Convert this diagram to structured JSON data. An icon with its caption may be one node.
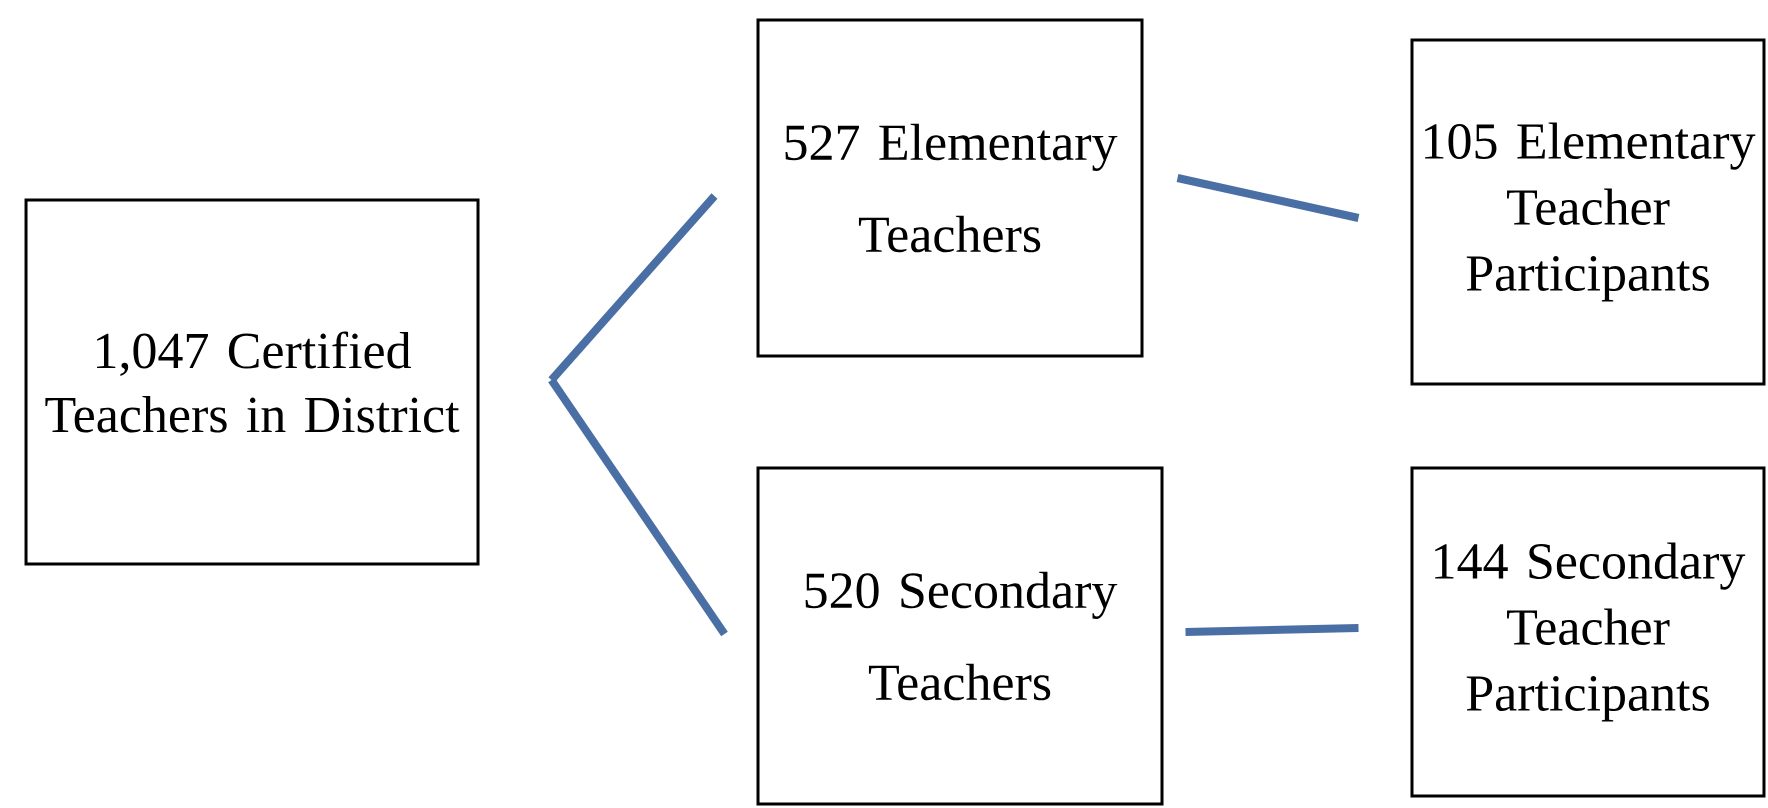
{
  "diagram": {
    "nodes": [
      {
        "text": [
          "1,047 Certified Teachers in District"
        ]
      },
      {
        "text": [
          "527 Elementary Teachers"
        ]
      },
      {
        "text": [
          "105 Elementary Teacher Participants"
        ]
      },
      {
        "text": [
          "520 Secondary Teachers"
        ]
      },
      {
        "text": [
          "144 Secondary Teacher Participants"
        ]
      }
    ],
    "edges": [
      {
        "from": 0,
        "to": 1,
        "arrow": "none"
      },
      {
        "from": 0,
        "to": 3,
        "arrow": "none"
      },
      {
        "from": 1,
        "to": 2,
        "arrow": "none"
      },
      {
        "from": 3,
        "to": 4,
        "arrow": "none"
      }
    ]
  }
}
